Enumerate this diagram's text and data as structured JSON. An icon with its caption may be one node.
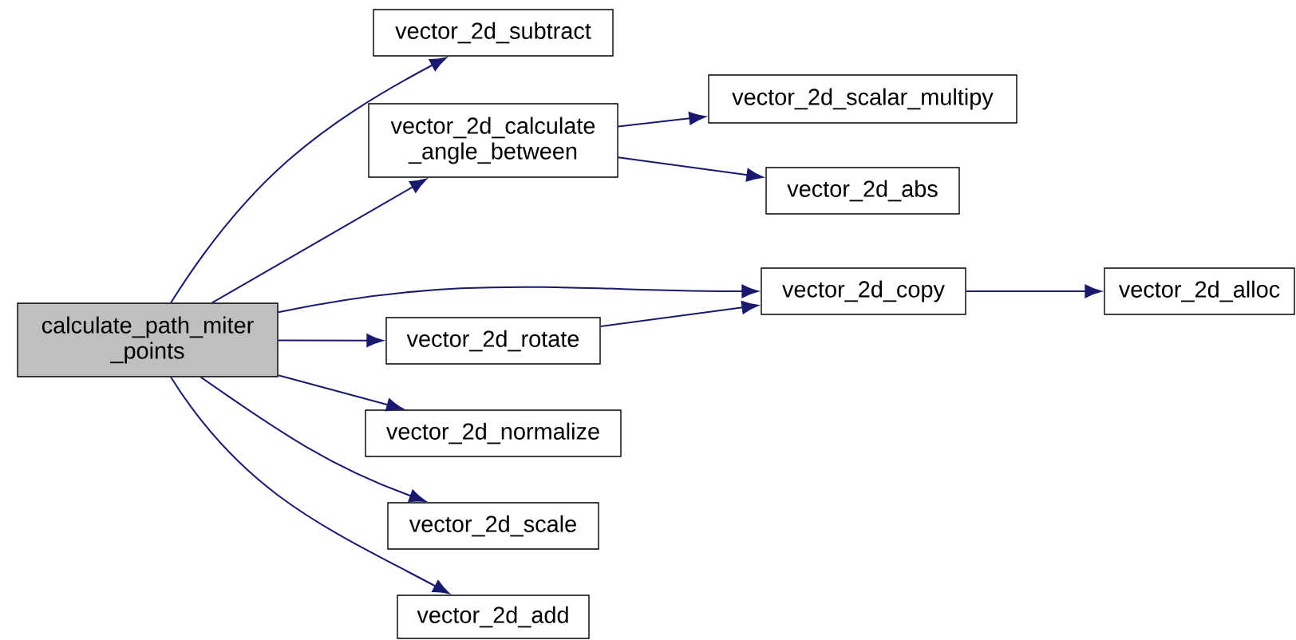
{
  "diagram": {
    "nodes": [
      {
        "text": [
          "calculate_path_miter _points"
        ]
      },
      {
        "text": [
          "vector_2d_subtract"
        ]
      },
      {
        "text": [
          "vector_2d_calculate _angle_between"
        ]
      },
      {
        "text": [
          "vector_2d_rotate"
        ]
      },
      {
        "text": [
          "vector_2d_normalize"
        ]
      },
      {
        "text": [
          "vector_2d_scale"
        ]
      },
      {
        "text": [
          "vector_2d_add"
        ]
      },
      {
        "text": [
          "vector_2d_scalar_multipy"
        ]
      },
      {
        "text": [
          "vector_2d_abs"
        ]
      },
      {
        "text": [
          "vector_2d_copy"
        ]
      },
      {
        "text": [
          "vector_2d_alloc"
        ]
      }
    ],
    "edges": [
      {
        "from": 0,
        "to": 1,
        "arrow": "to"
      },
      {
        "from": 0,
        "to": 2,
        "arrow": "to"
      },
      {
        "from": 0,
        "to": 9,
        "arrow": "to"
      },
      {
        "from": 0,
        "to": 3,
        "arrow": "to"
      },
      {
        "from": 0,
        "to": 4,
        "arrow": "to"
      },
      {
        "from": 0,
        "to": 5,
        "arrow": "to"
      },
      {
        "from": 0,
        "to": 6,
        "arrow": "to"
      },
      {
        "from": 2,
        "to": 7,
        "arrow": "to"
      },
      {
        "from": 2,
        "to": 8,
        "arrow": "to"
      },
      {
        "from": 3,
        "to": 9,
        "arrow": "to"
      },
      {
        "from": 9,
        "to": 10,
        "arrow": "to"
      }
    ]
  }
}
